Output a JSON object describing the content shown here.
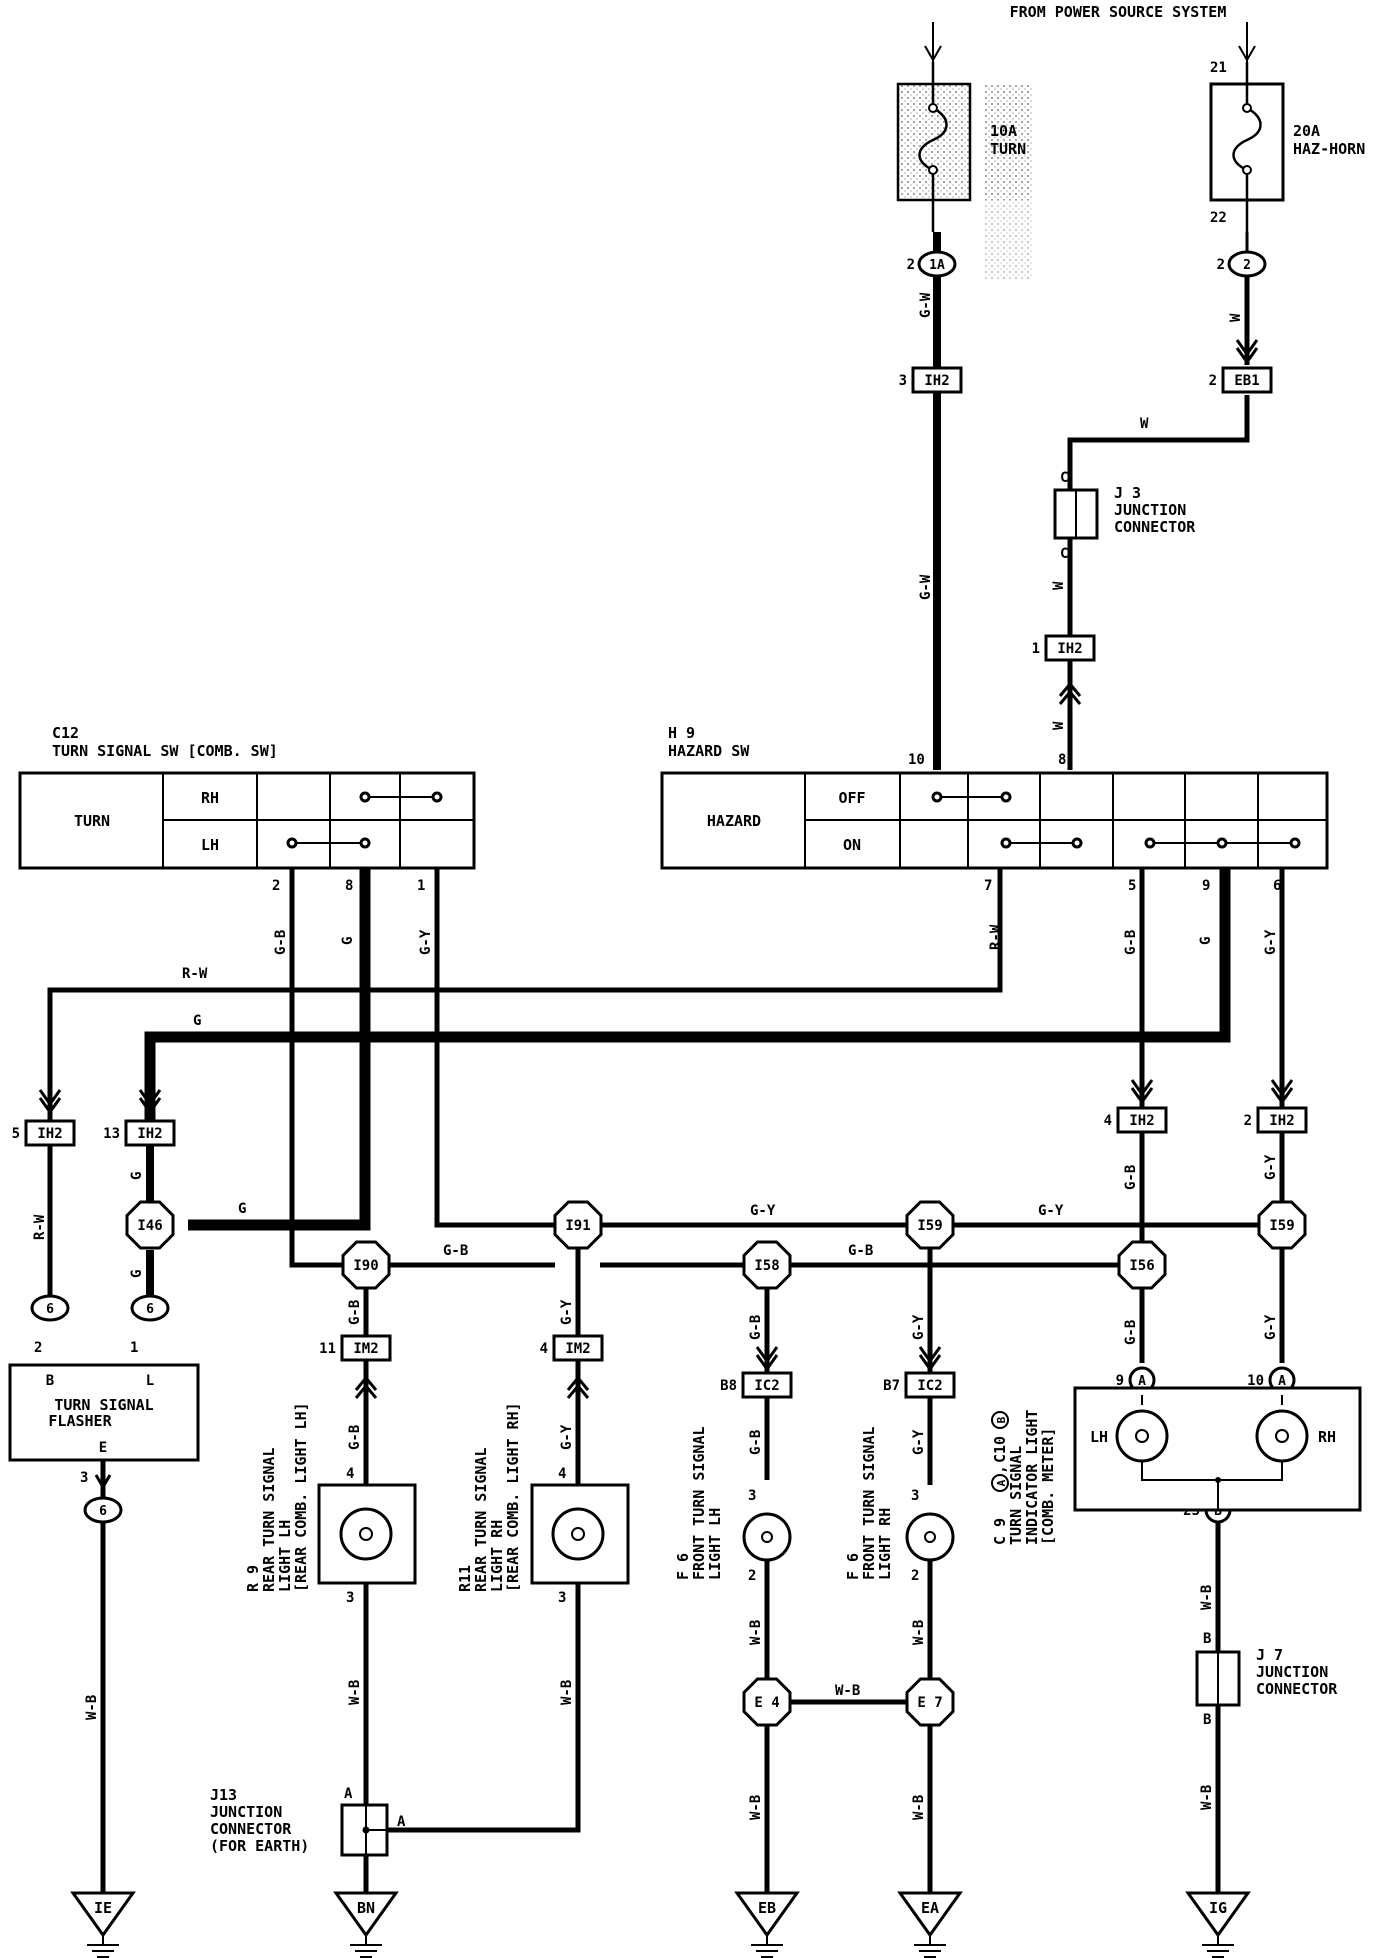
{
  "title": "FROM POWER SOURCE SYSTEM",
  "fuses": {
    "turn": {
      "rating": "10A",
      "name": "TURN"
    },
    "hazhorn": {
      "rating": "20A",
      "name": "HAZ-HORN",
      "pin_top": "21",
      "pin_bottom": "22"
    }
  },
  "sw_turn": {
    "code": "C12",
    "name": "TURN SIGNAL SW [COMB. SW]",
    "label": "TURN",
    "rh": "RH",
    "lh": "LH",
    "pins": [
      "2",
      "8",
      "1"
    ]
  },
  "sw_hazard": {
    "code": "H 9",
    "name": "HAZARD SW",
    "label": "HAZARD",
    "off": "OFF",
    "on": "ON",
    "pins": [
      "10",
      "8",
      "7",
      "5",
      "9",
      "6"
    ]
  },
  "j3": {
    "code": "J 3",
    "name1": "JUNCTION",
    "name2": "CONNECTOR",
    "pin": "C"
  },
  "j7": {
    "code": "J 7",
    "name1": "JUNCTION",
    "name2": "CONNECTOR",
    "pin": "B"
  },
  "j13": {
    "code": "J13",
    "l1": "JUNCTION",
    "l2": "CONNECTOR",
    "l3": "(FOR EARTH)",
    "pin": "A"
  },
  "connectors": [
    {
      "pin": "2",
      "id": "1A"
    },
    {
      "pin": "2",
      "id": "2"
    },
    {
      "pin": "3",
      "id": "IH2"
    },
    {
      "pin": "2",
      "id": "EB1"
    },
    {
      "pin": "1",
      "id": "IH2"
    },
    {
      "pin": "5",
      "id": "IH2"
    },
    {
      "pin": "13",
      "id": "IH2"
    },
    {
      "pin": "4",
      "id": "IH2"
    },
    {
      "pin": "2",
      "id": "IH2"
    },
    {
      "pin": "11",
      "id": "IM2"
    },
    {
      "pin": "4",
      "id": "IM2"
    },
    {
      "pin": "B8",
      "id": "IC2"
    },
    {
      "pin": "B7",
      "id": "IC2"
    },
    {
      "pin": "9",
      "id": "A"
    },
    {
      "pin": "10",
      "id": "A"
    },
    {
      "pin": "23",
      "id": "B"
    },
    {
      "pin": "",
      "id": "6"
    },
    {
      "pin": "",
      "id": "6"
    },
    {
      "pin": "",
      "id": "6"
    }
  ],
  "splices": [
    "I46",
    "I91",
    "I59",
    "I59",
    "I90",
    "I58",
    "I56",
    "E 4",
    "E 7"
  ],
  "wire_colors": {
    "gw": "G-W",
    "w": "W",
    "rw": "R-W",
    "g": "G",
    "gb": "G-B",
    "gy": "G-Y",
    "wb": "W-B"
  },
  "flasher": {
    "l1": "TURN SIGNAL",
    "l2": "FLASHER",
    "e": "E",
    "b": "B",
    "l": "L",
    "pin_b": "2",
    "pin_l": "1",
    "pin_e": "3"
  },
  "lamps": [
    {
      "code": "R 9",
      "l1": "REAR TURN SIGNAL",
      "l2": "LIGHT LH",
      "l3": "[REAR COMB. LIGHT LH]"
    },
    {
      "code": "R11",
      "l1": "REAR TURN SIGNAL",
      "l2": "LIGHT RH",
      "l3": "[REAR COMB. LIGHT RH]"
    },
    {
      "code": "F 6",
      "l1": "FRONT TURN SIGNAL",
      "l2": "LIGHT LH"
    },
    {
      "code": "F 6",
      "l1": "FRONT TURN SIGNAL",
      "l2": "LIGHT RH"
    }
  ],
  "lamp_pins": {
    "top": "4",
    "bottom": "3",
    "front_top": "3",
    "front_bottom": "2"
  },
  "indicator": {
    "code": "C 9",
    "a": "A",
    "sep": ",",
    "code2": "C10",
    "b": "B",
    "l1": "TURN SIGNAL",
    "l2": "INDICATOR LIGHT",
    "l3": "[COMB. METER]",
    "lh": "LH",
    "rh": "RH"
  },
  "grounds": [
    "IE",
    "BN",
    "EB",
    "EA",
    "IG"
  ]
}
